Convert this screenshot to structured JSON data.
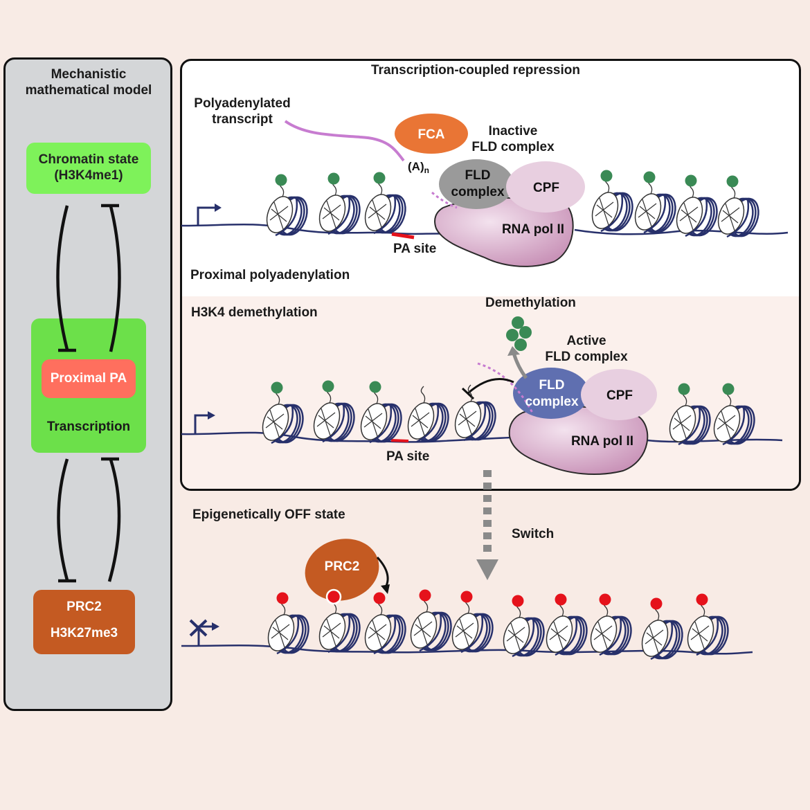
{
  "model": {
    "title_line1": "Mechanistic",
    "title_line2": "mathematical model",
    "chromatin_line1": "Chromatin state",
    "chromatin_line2": "(H3K4me1)",
    "proximal_pa": "Proximal PA",
    "transcription": "Transcription",
    "prc2": "PRC2",
    "h3k27me3": "H3K27me3"
  },
  "top": {
    "title": "Transcription-coupled repression",
    "transcript_line1": "Polyadenylated",
    "transcript_line2": "transcript",
    "fca": "FCA",
    "an": "(A)",
    "an_sub": "n",
    "inactive_line1": "Inactive",
    "inactive_line2": "FLD complex",
    "fld_line1": "FLD",
    "fld_line2": "complex",
    "cpf": "CPF",
    "pol": "RNA pol II",
    "pa_site": "PA site",
    "proximal": "Proximal polyadenylation"
  },
  "middle": {
    "title": "H3K4 demethylation",
    "demethylation": "Demethylation",
    "active_line1": "Active",
    "active_line2": "FLD complex",
    "fld_line1": "FLD",
    "fld_line2": "complex",
    "cpf": "CPF",
    "pol": "RNA pol II",
    "pa_site": "PA site"
  },
  "bottom": {
    "title": "Epigenetically OFF state",
    "switch": "Switch",
    "prc2": "PRC2"
  },
  "colors": {
    "green_mark": "#3a8a55",
    "red_mark": "#e5121b",
    "dna": "#27306b",
    "fca": "#e97535",
    "fld_inactive": "#9a9a9a",
    "fld_active": "#5f6fb0",
    "cpf": "#e8cfe0",
    "pol": "#d8a8c8",
    "prc2": "#c45a22",
    "chromatin_box": "#7ef25a",
    "proximal_box": "#ff6f5e",
    "transcription_box": "#6ce04a"
  }
}
